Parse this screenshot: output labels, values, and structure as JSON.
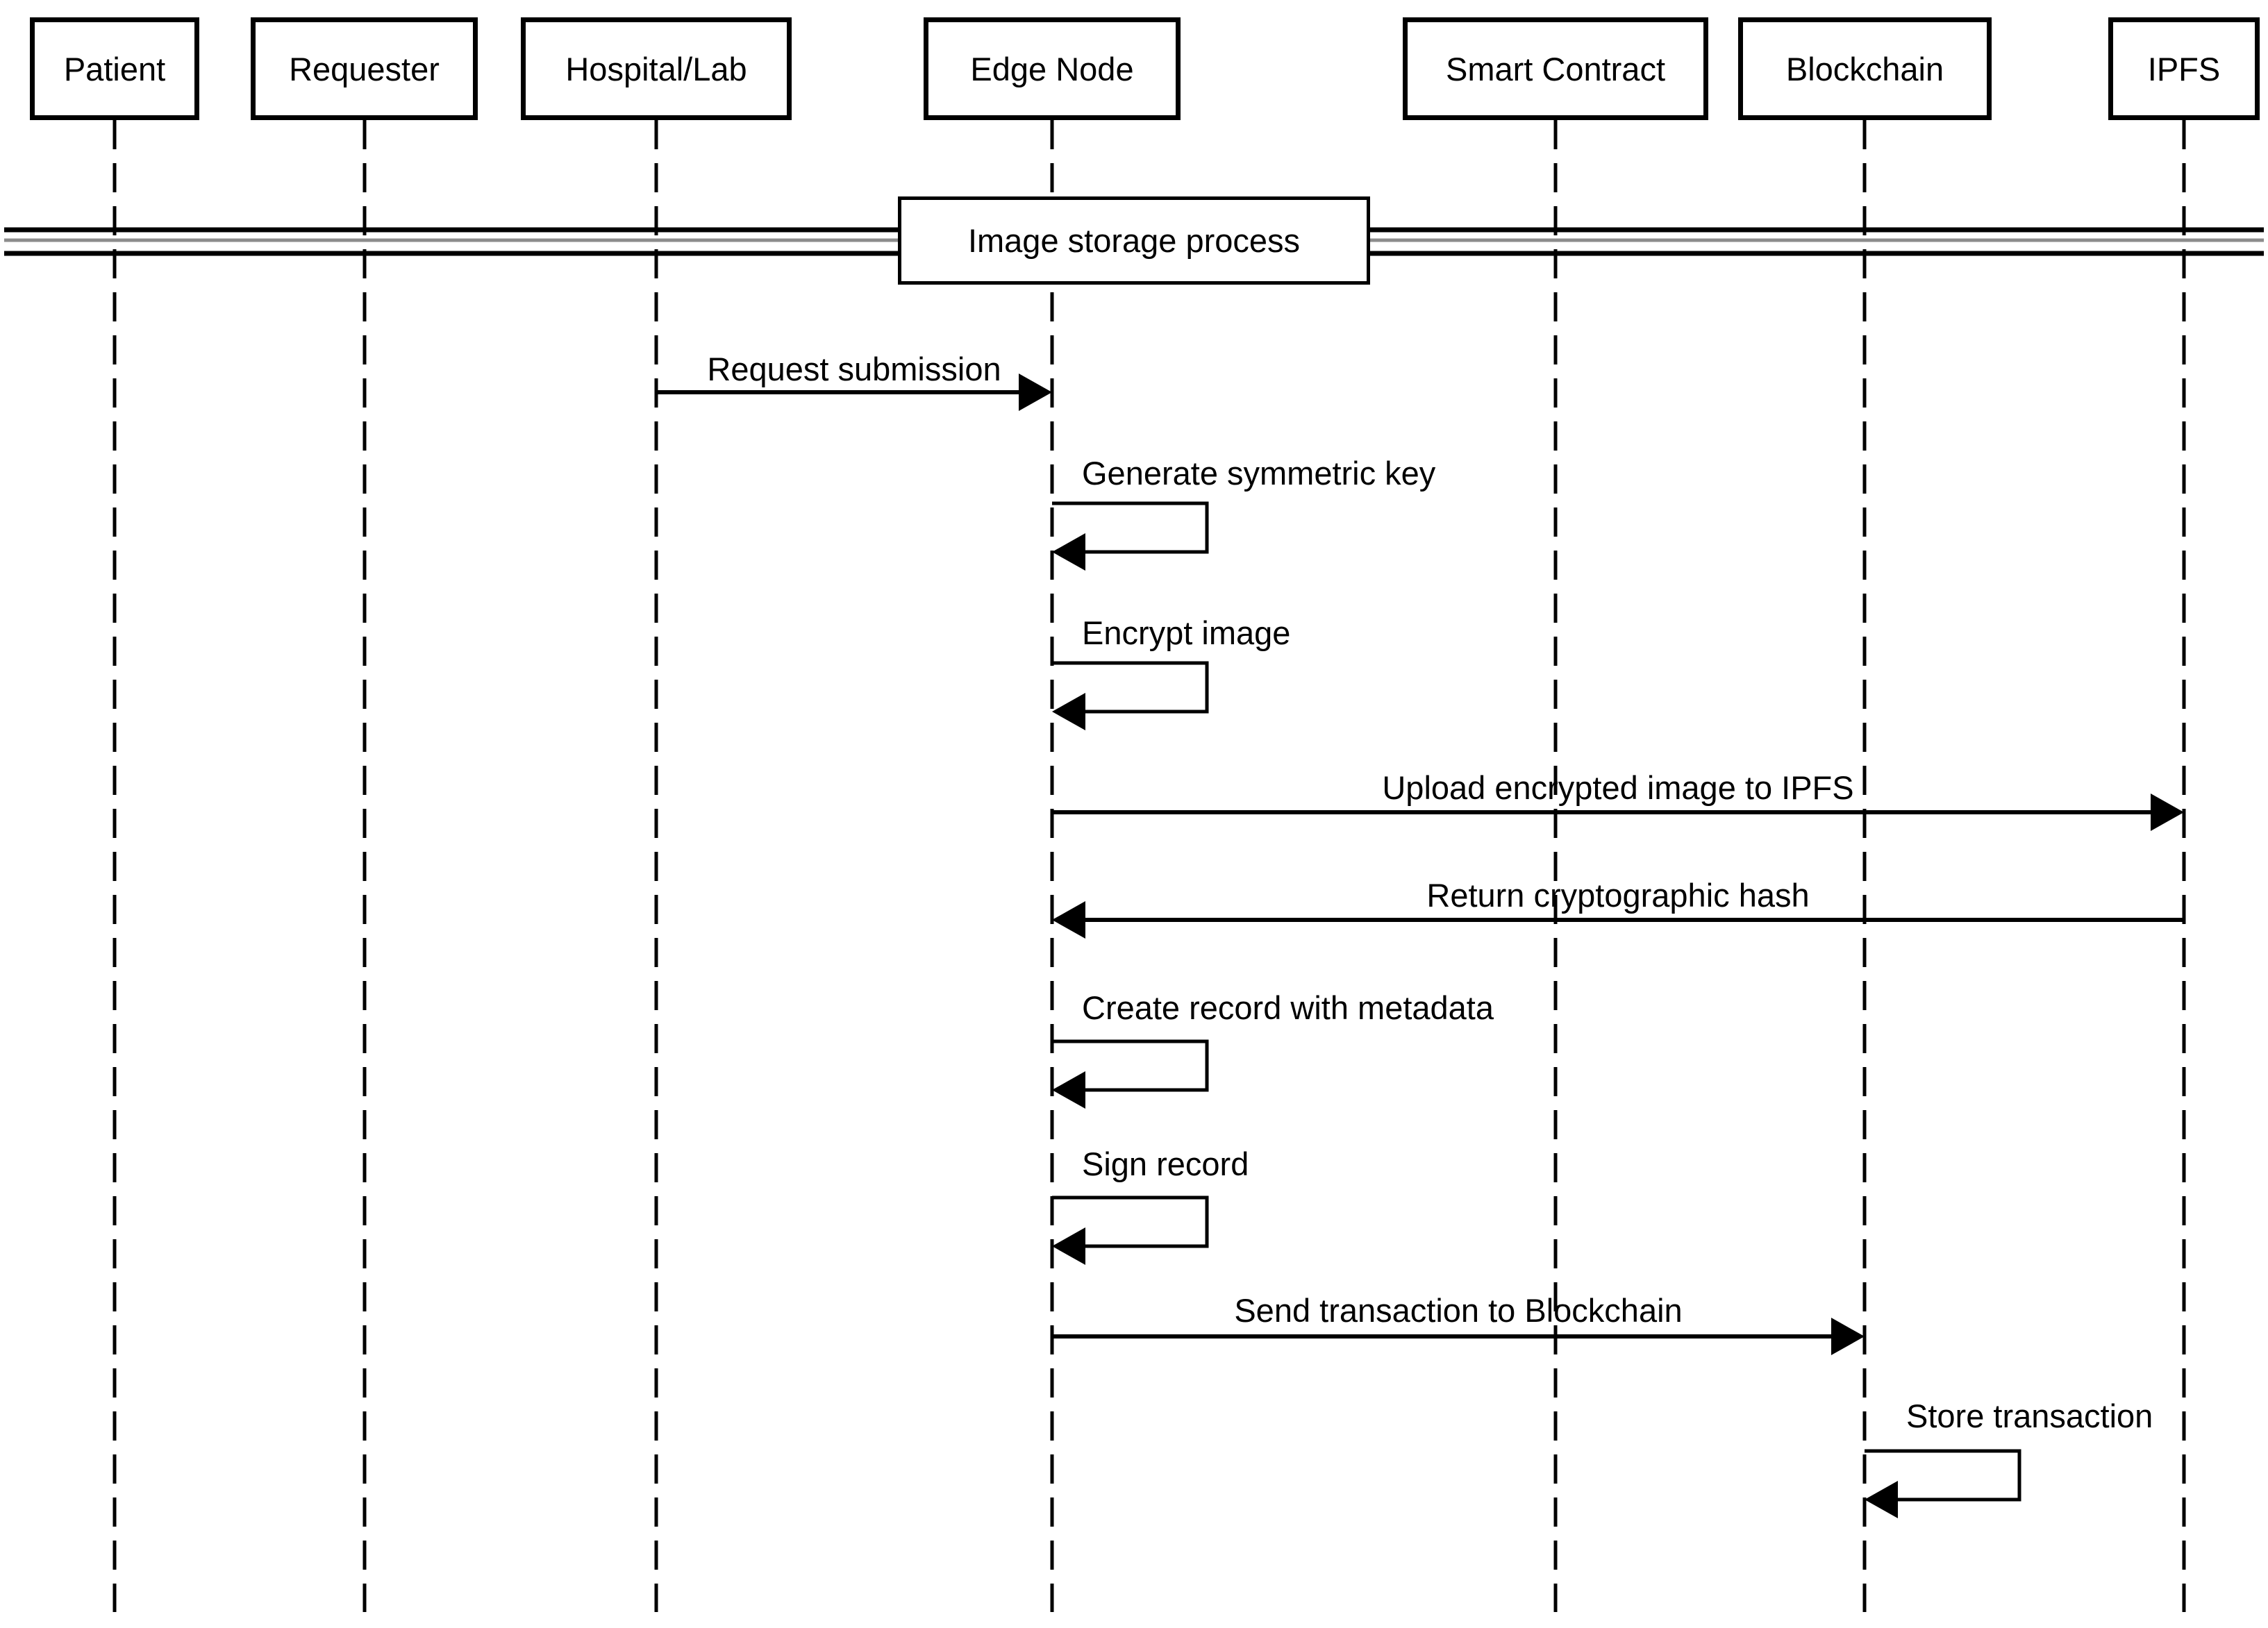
{
  "diagram": {
    "type": "sequence-diagram",
    "divider": {
      "label": "Image storage process"
    },
    "actors": [
      {
        "label": "Patient"
      },
      {
        "label": "Requester"
      },
      {
        "label": "Hospital/Lab"
      },
      {
        "label": "Edge Node"
      },
      {
        "label": "Smart Contract"
      },
      {
        "label": "Blockchain"
      },
      {
        "label": "IPFS"
      }
    ],
    "messages": [
      {
        "label": "Request submission",
        "from": "Hospital/Lab",
        "to": "Edge Node",
        "kind": "message"
      },
      {
        "label": "Generate symmetric key",
        "from": "Edge Node",
        "to": "Edge Node",
        "kind": "self-message"
      },
      {
        "label": "Encrypt image",
        "from": "Edge Node",
        "to": "Edge Node",
        "kind": "self-message"
      },
      {
        "label": "Upload encrypted image to IPFS",
        "from": "Edge Node",
        "to": "IPFS",
        "kind": "message"
      },
      {
        "label": "Return cryptographic hash",
        "from": "IPFS",
        "to": "Edge Node",
        "kind": "message"
      },
      {
        "label": "Create record with metadata",
        "from": "Edge Node",
        "to": "Edge Node",
        "kind": "self-message"
      },
      {
        "label": "Sign record",
        "from": "Edge Node",
        "to": "Edge Node",
        "kind": "self-message"
      },
      {
        "label": "Send transaction to Blockchain",
        "from": "Edge Node",
        "to": "Blockchain",
        "kind": "message"
      },
      {
        "label": "Store transaction",
        "from": "Blockchain",
        "to": "Blockchain",
        "kind": "self-message"
      }
    ],
    "colors": {
      "line": "#000000",
      "divider_gray": "#8c8c8c",
      "background": "#ffffff",
      "text": "#000000"
    }
  }
}
